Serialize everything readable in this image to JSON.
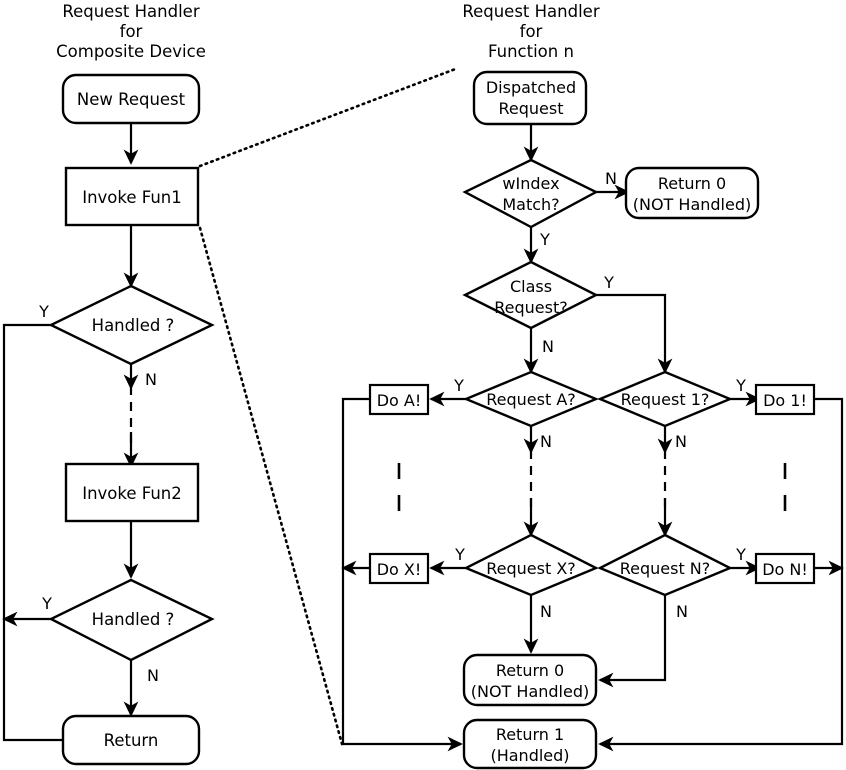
{
  "diagram": {
    "type": "flowchart",
    "background": "#ffffff",
    "line_color": "#000000",
    "left_panel": {
      "title_lines": [
        "Request Handler",
        "for",
        "Composite Device"
      ],
      "nodes": [
        {
          "id": "new-request",
          "label": "New Request",
          "shape": "rounded"
        },
        {
          "id": "invoke-fun1",
          "label": "Invoke Fun1",
          "shape": "rect"
        },
        {
          "id": "handled-1",
          "label": "Handled ?",
          "shape": "diamond"
        },
        {
          "id": "invoke-fun2",
          "label": "Invoke Fun2",
          "shape": "rect"
        },
        {
          "id": "handled-2",
          "label": "Handled ?",
          "shape": "diamond"
        },
        {
          "id": "return",
          "label": "Return",
          "shape": "rounded"
        }
      ],
      "branch_labels": {
        "handled1_yes": "Y",
        "handled1_no": "N",
        "handled2_yes": "Y",
        "handled2_no": "N"
      }
    },
    "right_panel": {
      "title_lines": [
        "Request Handler",
        "for",
        "Function n"
      ],
      "nodes": [
        {
          "id": "dispatched-request",
          "label_lines": [
            "Dispatched",
            "Request"
          ],
          "shape": "rounded"
        },
        {
          "id": "windex-match",
          "label_lines": [
            "wIndex",
            "Match?"
          ],
          "shape": "diamond"
        },
        {
          "id": "return-0-top",
          "label_lines": [
            "Return 0",
            "(NOT Handled)"
          ],
          "shape": "rounded"
        },
        {
          "id": "class-request",
          "label_lines": [
            "Class",
            "Request?"
          ],
          "shape": "diamond"
        },
        {
          "id": "request-a",
          "label_lines": [
            "Request A?"
          ],
          "shape": "diamond"
        },
        {
          "id": "request-1",
          "label_lines": [
            "Request 1?"
          ],
          "shape": "diamond"
        },
        {
          "id": "request-x",
          "label_lines": [
            "Request X?"
          ],
          "shape": "diamond"
        },
        {
          "id": "request-n",
          "label_lines": [
            "Request N?"
          ],
          "shape": "diamond"
        },
        {
          "id": "do-a",
          "label_lines": [
            "Do A!"
          ],
          "shape": "rect"
        },
        {
          "id": "do-1",
          "label_lines": [
            "Do 1!"
          ],
          "shape": "rect"
        },
        {
          "id": "do-x",
          "label_lines": [
            "Do X!"
          ],
          "shape": "rect"
        },
        {
          "id": "do-n",
          "label_lines": [
            "Do N!"
          ],
          "shape": "rect"
        },
        {
          "id": "return-0-bottom",
          "label_lines": [
            "Return 0",
            "(NOT Handled)"
          ],
          "shape": "rounded"
        },
        {
          "id": "return-1",
          "label_lines": [
            "Return 1",
            "(Handled)"
          ],
          "shape": "rounded"
        }
      ],
      "branch_labels": {
        "windex_no": "N",
        "windex_yes": "Y",
        "class_yes": "Y",
        "class_no": "N",
        "request_a_yes": "Y",
        "request_a_no": "N",
        "request_1_yes": "Y",
        "request_1_no": "N",
        "request_x_yes": "Y",
        "request_x_no": "N",
        "request_n_yes": "Y",
        "request_n_no": "N"
      },
      "ellipsis_marks": [
        "|",
        "|",
        "|",
        "|"
      ]
    },
    "zoom_connector": {
      "style": "dotted",
      "from_node": "invoke-fun1",
      "to_panel": "right_panel"
    }
  }
}
